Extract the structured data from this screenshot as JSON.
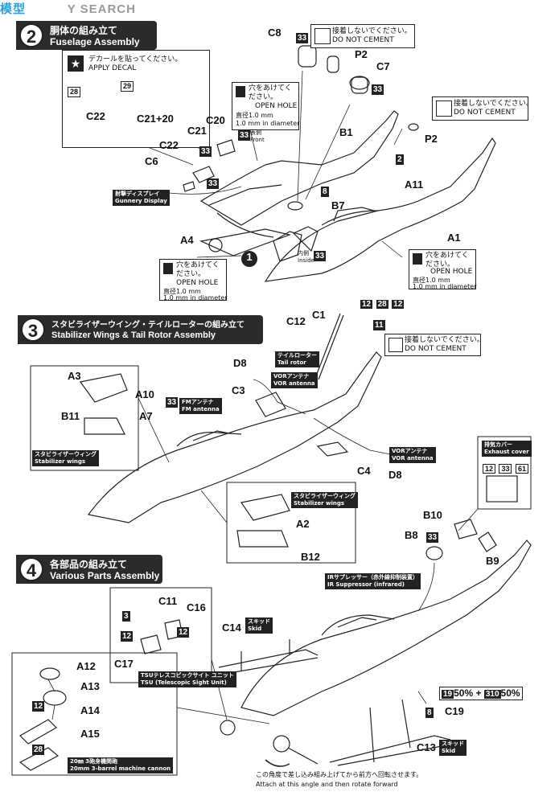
{
  "watermark": {
    "left": "模型",
    "right": "Y SEARCH"
  },
  "steps": [
    {
      "num": "2",
      "jp": "胴体の組み立て",
      "en": "Fuselage Assembly"
    },
    {
      "num": "3",
      "jp": "スタビライザーウイング・テイルローターの組み立て",
      "en": "Stabilizer Wings & Tail Rotor Assembly"
    },
    {
      "num": "4",
      "jp": "各部品の組み立て",
      "en": "Various Parts Assembly"
    }
  ],
  "notes": {
    "decal_jp": "デカールを貼ってください。",
    "decal_en": "APPLY DECAL",
    "hole_jp": "穴をあけてください。",
    "hole_en": "OPEN HOLE",
    "hole_dia_jp": "直径1.0 mm",
    "hole_dia_en": "1.0 mm in diameter",
    "nocement_jp": "接着しないでください。",
    "nocement_en": "DO NOT CEMENT",
    "front_jp": "表側",
    "front_en": "Front",
    "inside_jp": "内側",
    "inside_en": "Inside",
    "attach_jp": "この角度で差し込み組み上げてから前方へ回転させます。",
    "attach_en": "Attach at this angle and then rotate forward"
  },
  "tags": {
    "gunnery_jp": "射撃ディスプレイ",
    "gunnery_en": "Gunnery Display",
    "tailrotor_jp": "テイルローター",
    "tailrotor_en": "Tail rotor",
    "vor_jp": "VORアンテナ",
    "vor_en": "VOR antenna",
    "fm_jp": "FMアンテナ",
    "fm_en": "FM antenna",
    "stab_jp": "スタビライザーウィング",
    "stab_en": "Stabilizer wings",
    "exhaust_jp": "排気カバー",
    "exhaust_en": "Exhaust cover",
    "ir_jp": "IRサプレッサー（赤外線抑制装置）",
    "ir_en": "IR Suppressor (infrared)",
    "skid_jp": "スキッド",
    "skid_en": "Skid",
    "tsu_jp": "TSUテレスコピックサイト ユニット",
    "tsu_en": "TSU (Telescopic Sight Unit)",
    "gun_jp": "20㎜ 3砲身機関砲",
    "gun_en": "20mm 3-barrel machine cannon"
  },
  "parts": {
    "C8": "C8",
    "P2a": "P2",
    "C7": "C7",
    "B1": "B1",
    "P2b": "P2",
    "A11": "A11",
    "A1": "A1",
    "C22a": "C22",
    "C21_20": "C21+20",
    "C21": "C21",
    "C20": "C20",
    "C22b": "C22",
    "C6": "C6",
    "B7": "B7",
    "A4": "A4",
    "C12": "C12",
    "C1": "C1",
    "D8a": "D8",
    "C3": "C3",
    "A3": "A3",
    "A10": "A10",
    "A7": "A7",
    "B11": "B11",
    "C4": "C4",
    "D8b": "D8",
    "A2": "A2",
    "B12": "B12",
    "B10": "B10",
    "B8": "B8",
    "B9": "B9",
    "C11": "C11",
    "C16": "C16",
    "C17": "C17",
    "C14": "C14",
    "A12": "A12",
    "A13": "A13",
    "A14": "A14",
    "A15": "A15",
    "C19": "C19",
    "C13": "C13"
  },
  "colors": {
    "c33": "33",
    "c8": "8",
    "c2": "2",
    "c12": "12",
    "c28": "28",
    "c11": "11",
    "c61": "61",
    "c3": "3",
    "c29": "29",
    "c19": "19",
    "c310": "310"
  },
  "mix": {
    "a": "50%",
    "plus": "+",
    "b": "50%"
  },
  "circle1": "1"
}
